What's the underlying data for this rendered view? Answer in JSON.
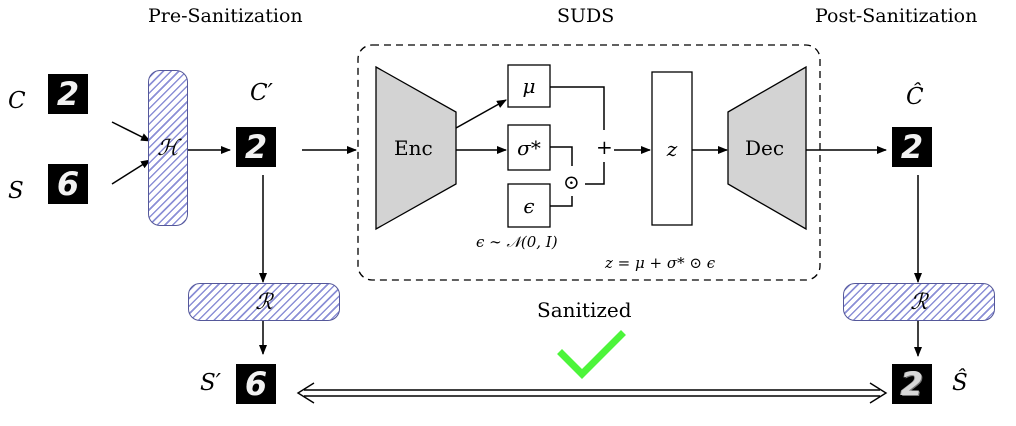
{
  "headers": {
    "pre": "Pre-Sanitization",
    "suds": "SUDS",
    "post": "Post-Sanitization"
  },
  "variables": {
    "c": "C",
    "s": "S",
    "c_prime": "C′",
    "c_hat": "Ĉ",
    "s_prime": "S′",
    "s_hat": "Ŝ"
  },
  "modules": {
    "hiding": "ℋ",
    "reveal_left": "ℛ",
    "reveal_right": "ℛ",
    "encoder": "Enc",
    "decoder": "Dec",
    "mu": "μ",
    "sigma": "σ*",
    "epsilon": "ϵ",
    "z": "z",
    "plus": "+",
    "odot": "⊙"
  },
  "equations": {
    "eps_dist": "ϵ ∼ 𝒩(0, I)",
    "z_eq": "z = μ + σ* ⊙ ϵ"
  },
  "digits": {
    "cover": "2",
    "secret": "6",
    "container": "2",
    "sanitized": "2",
    "revealed_before": "6",
    "revealed_after": "2"
  },
  "result": {
    "label": "Sanitized",
    "check_color": "#4cf53a",
    "check_icon": "checkmark-icon"
  },
  "colors": {
    "hatch": "#8b8fd6",
    "hatch_border": "#55589a",
    "trapezoid_fill": "#d3d3d3"
  }
}
